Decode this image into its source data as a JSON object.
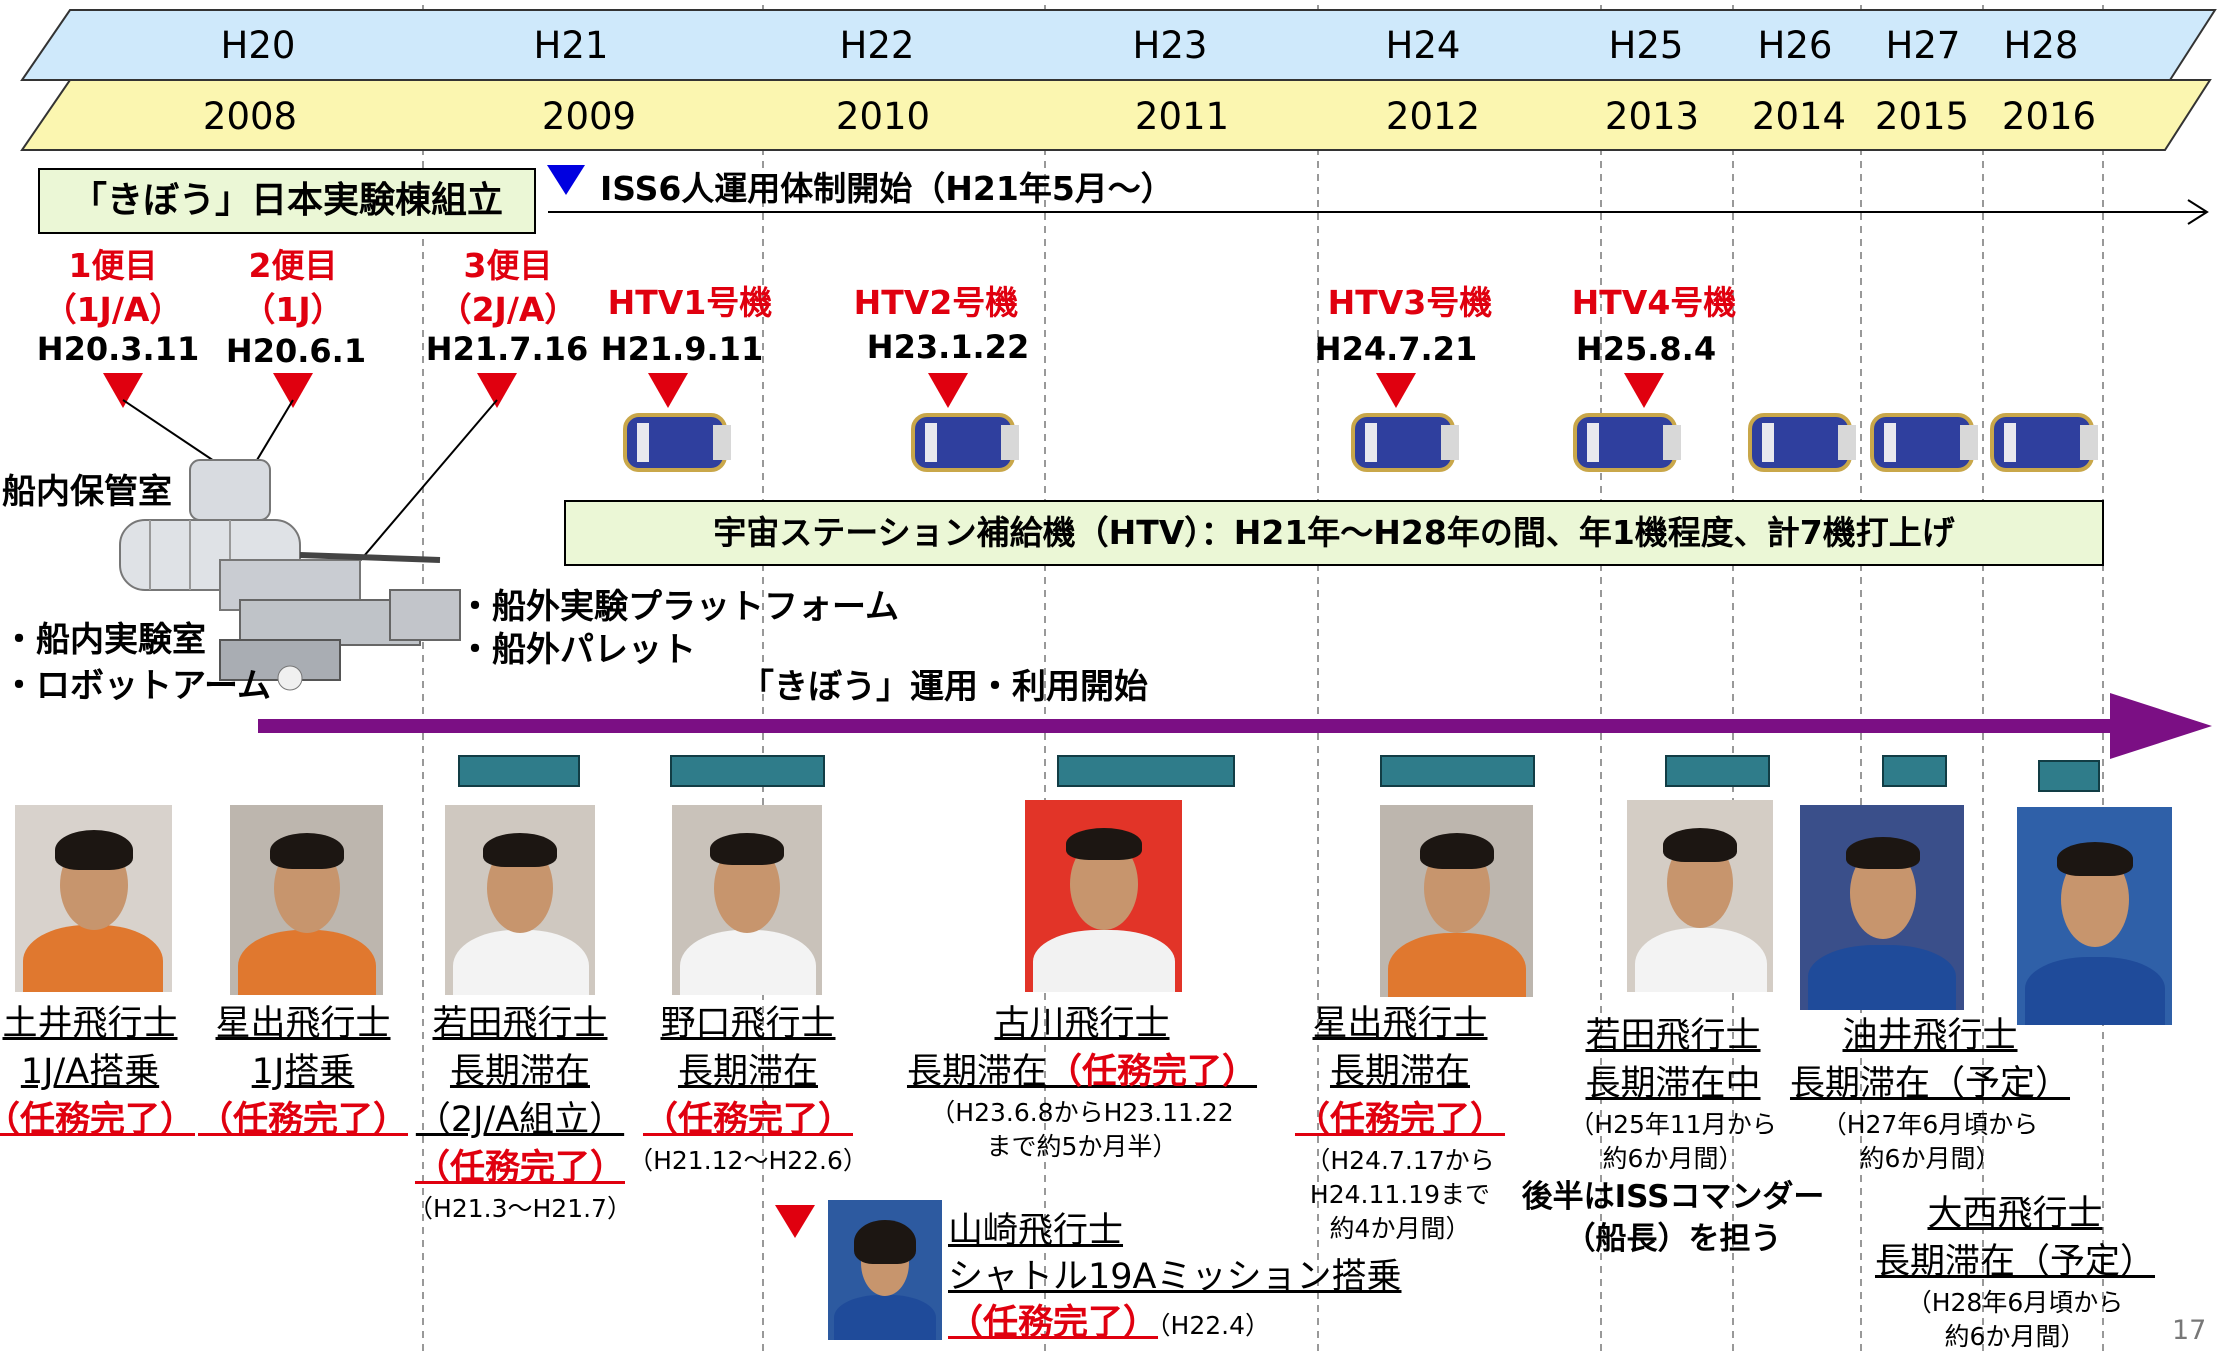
{
  "timeline": {
    "eras": [
      "H20",
      "H21",
      "H22",
      "H23",
      "H24",
      "H25",
      "H26",
      "H27",
      "H28"
    ],
    "years": [
      "2008",
      "2009",
      "2010",
      "2011",
      "2012",
      "2013",
      "2014",
      "2015",
      "2016"
    ]
  },
  "assembly": {
    "title": "「きぼう」日本実験棟組立",
    "flights": [
      {
        "name": "1便目",
        "code": "（1J/A）",
        "date": "H20.3.11"
      },
      {
        "name": "2便目",
        "code": "（1J）",
        "date": "H20.6.1"
      },
      {
        "name": "3便目",
        "code": "（2J/A）",
        "date": "H21.7.16"
      }
    ]
  },
  "iss_six": {
    "label": "ISS6人運用体制開始（H21年5月～）"
  },
  "htv": {
    "flights": [
      {
        "name": "HTV1号機",
        "date": "H21.9.11"
      },
      {
        "name": "HTV2号機",
        "date": "H23.1.22"
      },
      {
        "name": "HTV3号機",
        "date": "H24.7.21"
      },
      {
        "name": "HTV4号機",
        "date": "H25.8.4"
      }
    ],
    "banner": "宇宙ステーション補給機（HTV）：H21年～H28年の間、年1機程度、計7機打上げ"
  },
  "modules": {
    "storage": "船内保管室",
    "lab": "・船内実験室",
    "arm": "・ロボットアーム",
    "platform": "・船外実験プラットフォーム",
    "pallet": "・船外パレット"
  },
  "operation": {
    "label": "「きぼう」運用・利用開始"
  },
  "astronauts": [
    {
      "name": "土井飛行士",
      "line2": "1J/A搭乗",
      "status": "（任務完了）"
    },
    {
      "name": "星出飛行士",
      "line2": "1J搭乗",
      "status": "（任務完了）"
    },
    {
      "name": "若田飛行士",
      "line2": "長期滞在",
      "line3": "（2J/A組立）",
      "status": "（任務完了）",
      "note": "（H21.3～H21.7）"
    },
    {
      "name": "野口飛行士",
      "line2": "長期滞在",
      "status": "（任務完了）",
      "note": "（H21.12～H22.6）"
    },
    {
      "name": "古川飛行士",
      "line2": "長期滞在",
      "status": "（任務完了）",
      "note1": "（H23.6.8からH23.11.22",
      "note2": "まで約5か月半）"
    },
    {
      "name": "星出飛行士",
      "line2": "長期滞在",
      "status": "（任務完了）",
      "note1": "（H24.7.17から",
      "note2": "H24.11.19まで",
      "note3": "約4か月間）"
    },
    {
      "name": "若田飛行士",
      "line2": "長期滞在中",
      "note1": "（H25年11月から",
      "note2": "約6か月間）",
      "extra1": "後半はISSコマンダー",
      "extra2": "（船長）を担う"
    },
    {
      "name": "油井飛行士",
      "line2": "長期滞在（予定）",
      "note1": "（H27年6月頃から",
      "note2": "約6か月間）"
    },
    {
      "name": "大西飛行士",
      "line2": "長期滞在（予定）",
      "note1": "（H28年6月頃から",
      "note2": "約6か月間）"
    },
    {
      "name": "山崎飛行士",
      "line2": "シャトル19Aミッション搭乗",
      "status": "（任務完了）",
      "note": "（H22.4）"
    }
  ],
  "page_number": "17",
  "colors": {
    "era_band": "#cfe9fb",
    "year_band": "#fbf6b0",
    "green_box": "#ebf7d6",
    "red": "#e0000f",
    "purple": "#7b0f84",
    "teal_bar": "#2f7c8a",
    "blue_marker": "#0000e0"
  }
}
